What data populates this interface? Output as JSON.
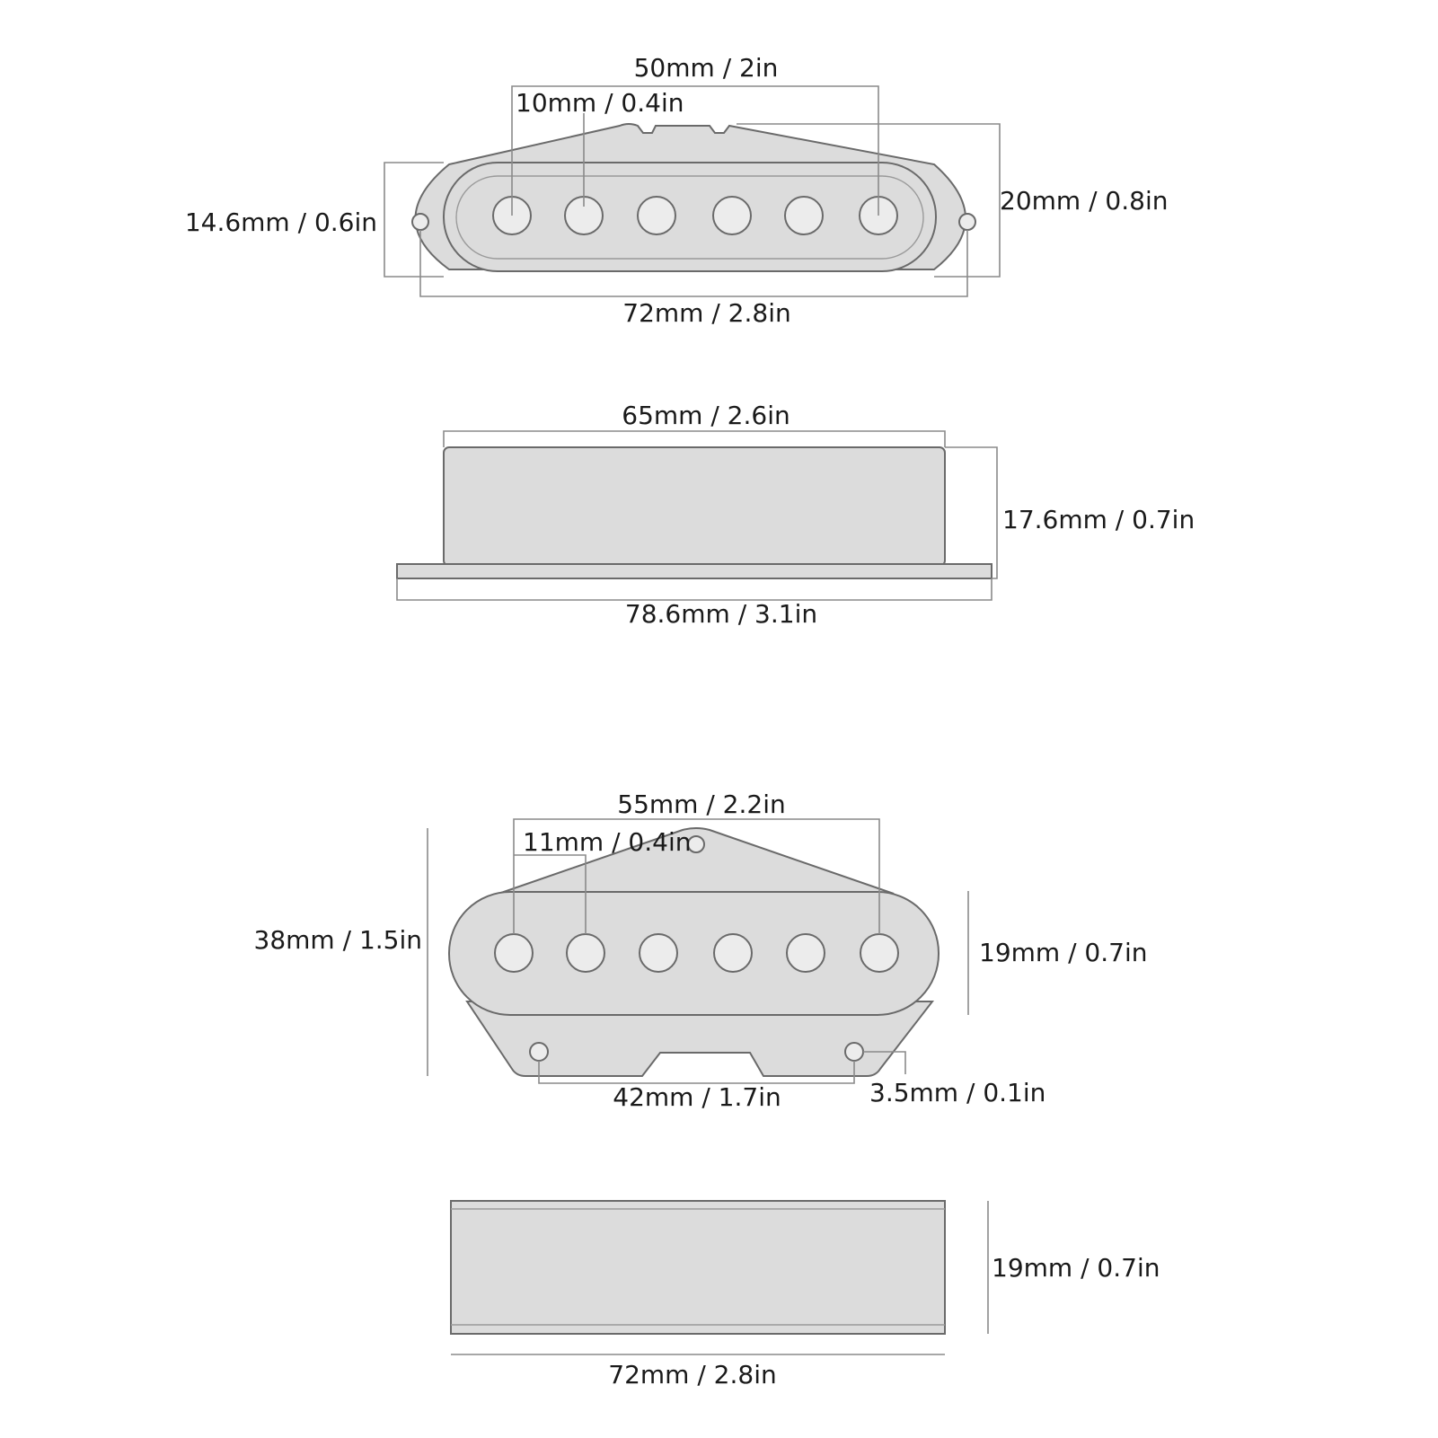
{
  "colors": {
    "part_fill": "#dcdcdc",
    "part_outline": "#6a6a6a",
    "pole_fill": "#ececec",
    "dimension_line": "#8a8a8a",
    "label_text": "#1a1a1a"
  },
  "neck_pickup_top": {
    "pole_spacing_total": "50mm / 2in",
    "pole_spacing_single": "10mm / 0.4in",
    "height": "14.6mm / 0.6in",
    "cover_height": "20mm / 0.8in",
    "mount_hole_spacing": "72mm / 2.8in"
  },
  "neck_pickup_side": {
    "cover_length": "65mm / 2.6in",
    "height": "17.6mm / 0.7in",
    "base_length": "78.6mm / 3.1in"
  },
  "bridge_pickup_top": {
    "pole_spacing_total": "55mm / 2.2in",
    "pole_spacing_single": "11mm / 0.4in",
    "plate_height": "38mm / 1.5in",
    "bobbin_height": "19mm / 0.7in",
    "mount_hole_spacing": "42mm / 1.7in",
    "mount_hole_diameter": "3.5mm / 0.1in"
  },
  "bridge_pickup_side": {
    "height": "19mm / 0.7in",
    "length": "72mm / 2.8in"
  }
}
